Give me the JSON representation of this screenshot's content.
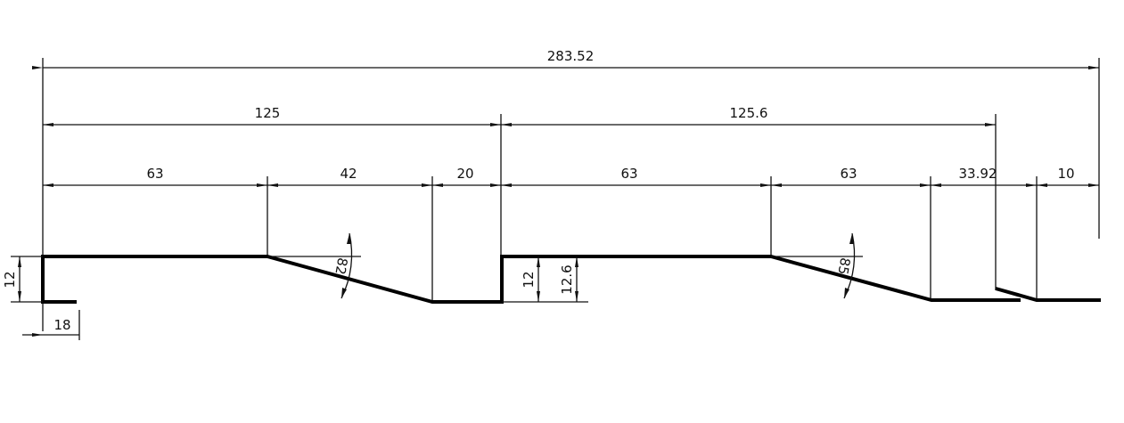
{
  "drawing": {
    "type": "sheet-metal profile cross-section",
    "units": "mm",
    "overall_dimension": "283.52",
    "section_dimensions": [
      "125",
      "125.6"
    ],
    "segment_dimensions": [
      "63",
      "42",
      "20",
      "63",
      "63",
      "33.92",
      "10"
    ],
    "vertical_dimensions": [
      "12",
      "12",
      "12.6"
    ],
    "lip_dimension": "18",
    "angles": [
      "82",
      "85"
    ],
    "line_color": "#000000",
    "background": "#ffffff"
  },
  "labels": {
    "overall": "283.52",
    "sec1": "125",
    "sec2": "125.6",
    "seg1": "63",
    "seg2": "42",
    "seg3": "20",
    "seg4": "63",
    "seg5": "63",
    "seg6": "33.92",
    "seg7": "10",
    "height_left": "12",
    "height_mid": "12",
    "height_mid2": "12.6",
    "lip": "18",
    "angle1": "82",
    "angle2": "85"
  }
}
